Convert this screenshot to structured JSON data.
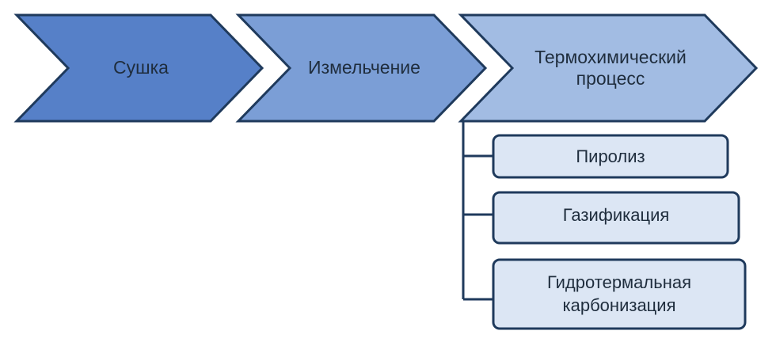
{
  "process": {
    "steps": [
      {
        "label": "Сушка",
        "fill": "#5680C8"
      },
      {
        "label": "Измельчение",
        "fill": "#7B9ED6"
      },
      {
        "label_line1": "Термохимический",
        "label_line2": "процесс",
        "fill": "#A2BCE3"
      }
    ],
    "stroke": "#1F3A5C"
  },
  "subprocesses": {
    "items": [
      {
        "label": "Пиролиз"
      },
      {
        "label": "Газификация"
      },
      {
        "label_line1": "Гидротермальная",
        "label_line2": "карбонизация"
      }
    ],
    "fill": "#DCE6F4",
    "stroke": "#1F3A5C"
  }
}
